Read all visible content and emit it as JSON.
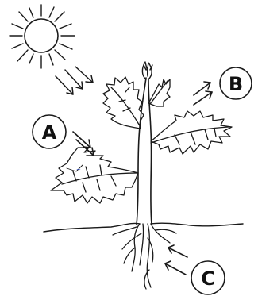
{
  "labels": {
    "a": "A",
    "b": "B",
    "c": "C"
  },
  "colors": {
    "ink": "#1a1a1a",
    "paper": "#ffffff"
  }
}
